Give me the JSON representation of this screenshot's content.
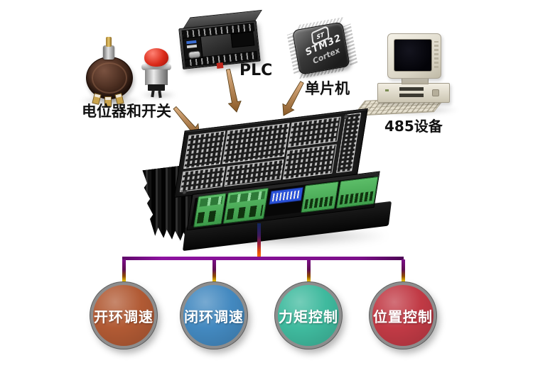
{
  "diagram": {
    "inputs": {
      "potentiometer": {
        "label": "电位器和开关"
      },
      "plc": {
        "label": "PLC"
      },
      "mcu": {
        "label": "单片机",
        "chip_logo": "ST",
        "chip_model": "STM32",
        "chip_core": "Cortex"
      },
      "rs485": {
        "label": "485设备"
      }
    },
    "outputs": [
      {
        "label": "开环调速",
        "color": "#b15a34"
      },
      {
        "label": "闭环调速",
        "color": "#4389c0"
      },
      {
        "label": "力矩控制",
        "color": "#3fba9e"
      },
      {
        "label": "位置控制",
        "color": "#c13a45"
      }
    ],
    "colors": {
      "arrow": "#c59a6b",
      "bus_purple": "#7c0f8a",
      "drop_yellow": "#ffe400",
      "stem_navy": "#10275f",
      "stem_orange": "#ff7a00",
      "circle_border": "#8d8d8d"
    }
  }
}
